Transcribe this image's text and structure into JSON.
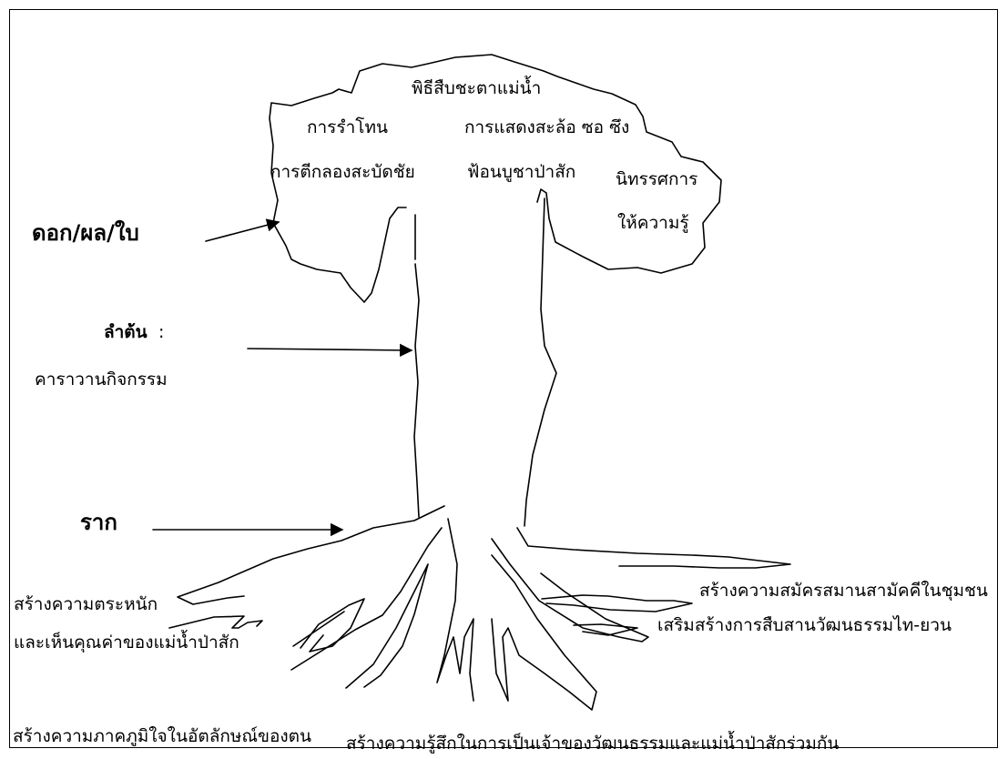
{
  "canopy": {
    "title": "พิธีสืบชะตาแม่น้ำ",
    "items": [
      "การรำโทน",
      "การแสดงสะล้อ ซอ ซึง",
      "การตีกลองสะบัดชัย",
      "ฟ้อนบูชาป่าสัก",
      "นิทรรศการ",
      "ให้ความรู้"
    ]
  },
  "labels": {
    "flower": "ดอก/ผล/ใบ",
    "trunk": "ลำต้น",
    "trunk_colon": ":",
    "trunk_sub": "คาราวานกิจกรรม",
    "root": "ราก"
  },
  "roots": {
    "left_1": "สร้างความตระหนัก",
    "left_2": "และเห็นคุณค่าของแม่น้ำป่าสัก",
    "bottom_left": "สร้างความภาคภูมิใจในอัตลักษณ์ของตน",
    "bottom_center": "สร้างความรู้สึกในการเป็นเจ้าของวัฒนธรรมและแม่น้ำป่าสักร่วมกัน",
    "right_1": "สร้างความสมัครสมานสามัคคีในชุมชน",
    "right_2": "เสริมสร้างการสืบสานวัฒนธรรมไท-ยวน"
  },
  "colors": {
    "ink": "#000000",
    "background": "#ffffff"
  }
}
